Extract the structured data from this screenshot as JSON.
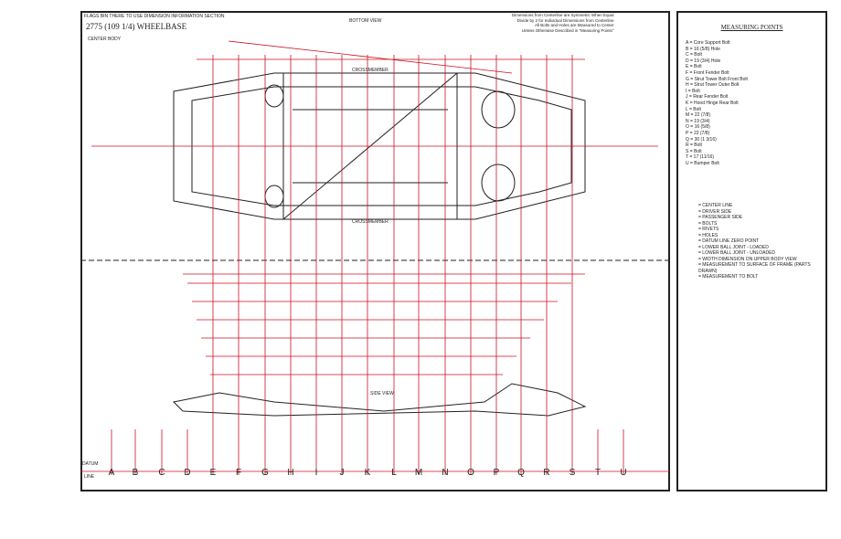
{
  "header": {
    "note_left": "FLAGS BIN THERE TO USE DIMENSION INFORMATION SECTION",
    "wheelbase": "2775 (109 1/4) WHEELBASE",
    "sub_left": "CENTER BODY",
    "view_top": "BOTTOM VIEW",
    "note_right": [
      "Dimensions from Centerline are Symmetric When Equal",
      "Divide by 2 for Individual Dimensions from Centerline",
      "All Bolts and Holes are Measured to Center",
      "Unless Otherwise Described in \"Measuring Points\""
    ]
  },
  "labels": {
    "crossmember_top": "CROSSMEMBER",
    "crossmember_bottom": "CROSSMEMBER",
    "side_view": "SIDE VIEW",
    "datum": "DATUM",
    "line": "LINE"
  },
  "datum_letters": [
    "A",
    "B",
    "C",
    "D",
    "E",
    "F",
    "G",
    "H",
    "I",
    "J",
    "K",
    "L",
    "M",
    "N",
    "O",
    "P",
    "Q",
    "R",
    "S",
    "T",
    "U"
  ],
  "legend": {
    "title": "MEASURING POINTS",
    "items": [
      "A = Core Support Bolt",
      "B = 16 (5/8) Hole",
      "C = Bolt",
      "D = 19 (3/4) Hole",
      "E = Bolt",
      "F = Front Fender Bolt",
      "G = Strut Tower Bolt Front Bolt",
      "H = Strut Tower Outer Bolt",
      "I = Bolt",
      "J = Rear Fender Bolt",
      "K = Hood Hinge Rear Bolt",
      "L = Bolt",
      "M = 22 (7/8)",
      "N = 19 (3/4)",
      "O = 16 (5/8)",
      "P = 22 (7/8)",
      "Q = 30 (1 3/16)",
      "R = Bolt",
      "S = Bolt",
      "T = 17 (11/16)",
      "U = Bumper Bolt"
    ],
    "symbols": [
      "= CENTER LINE",
      "= DRIVER SIDE",
      "= PASSENGER SIDE",
      "= BOLTS",
      "= RIVETS",
      "= HOLES",
      "= DATUM LINE ZERO POINT",
      "= LOWER BALL JOINT - LOADED",
      "= LOWER BALL JOINT - UNLOADED",
      "= WIDTH DIMENSION ON UPPER BODY VIEW",
      "= MEASUREMENT TO SURFACE OF FRAME (PARTS DRAWN)",
      "= MEASUREMENT TO BOLT"
    ]
  },
  "colors": {
    "dimension": "#cc1122",
    "line": "#222222"
  }
}
